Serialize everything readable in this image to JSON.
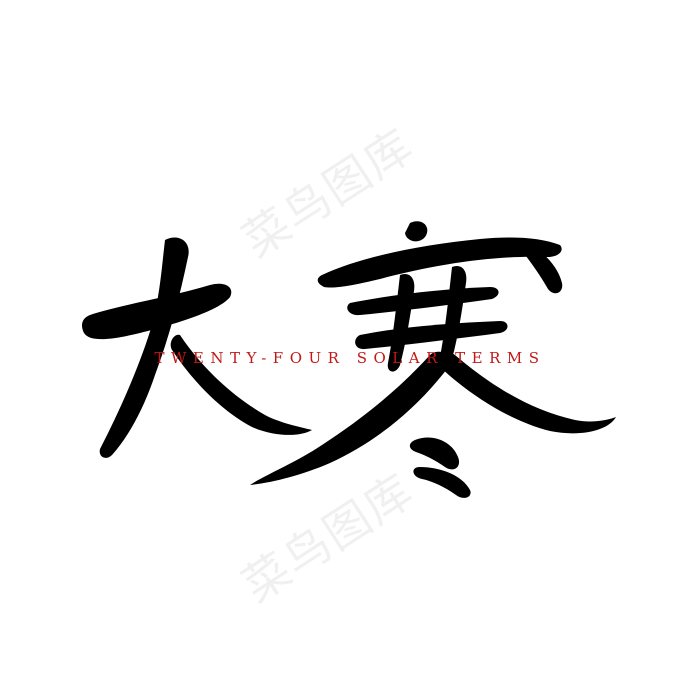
{
  "title": {
    "chinese": "大寒",
    "english": "TWENTY-FOUR SOLAR TERMS"
  },
  "watermark": {
    "text": "菜鸟图库"
  },
  "colors": {
    "ink": "#000000",
    "accent": "#c21818",
    "background": "#ffffff"
  }
}
